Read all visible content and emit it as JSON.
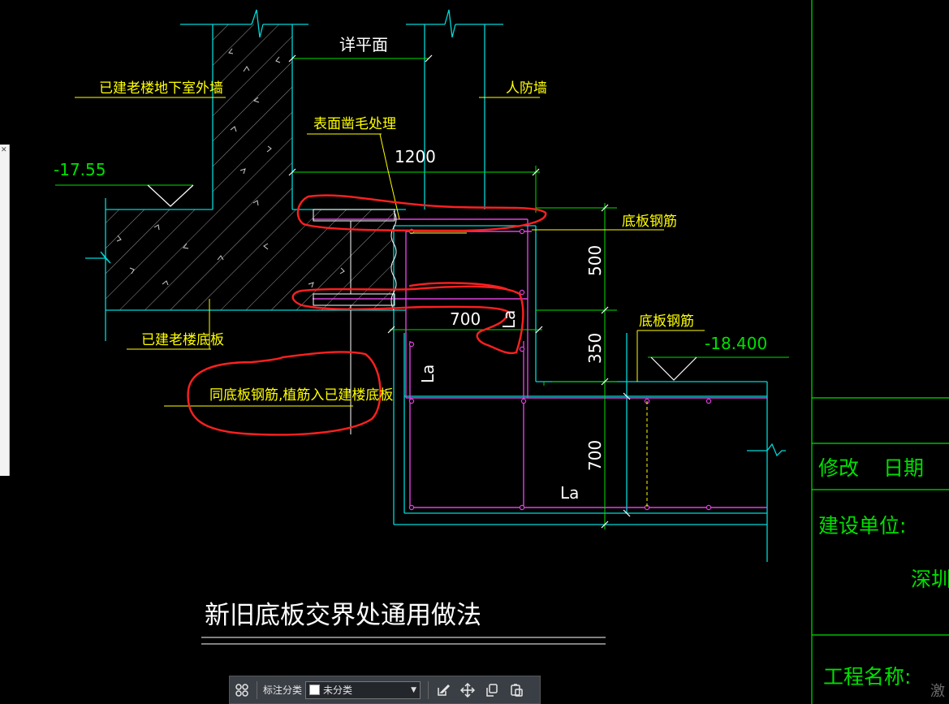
{
  "labels": {
    "detail_plan": "详平面",
    "old_basement_wall": "已建老楼地下室外墙",
    "civil_defense_wall": "人防墙",
    "surface_roughening": "表面凿毛处理",
    "elev_left": "-17.55",
    "dim_1200": "1200",
    "slab_rebar_top": "底板钢筋",
    "dim_500": "500",
    "dim_700_h": "700",
    "la_1": "La",
    "slab_rebar_right": "底板钢筋",
    "elev_right": "-18.400",
    "dim_350": "350",
    "old_slab": "已建老楼底板",
    "la_2": "La",
    "note_rebar": "同底板钢筋,植筋入已建楼底板",
    "dim_700_v": "700",
    "la_3": "La",
    "drawing_title": "新旧底板交界处通用做法"
  },
  "title_block": {
    "revision": "修改",
    "date": "日期",
    "client_label": "建设单位:",
    "client_value": "深圳",
    "project_label": "工程名称:",
    "watermark": "激"
  },
  "toolbar": {
    "category_label": "标注分类",
    "category_value": "未分类"
  },
  "icons": {
    "grid": "grid-icon",
    "edit": "edit-icon",
    "move": "move-icon",
    "copy": "copy-icon",
    "paste": "paste-icon"
  },
  "colors": {
    "background": "#000000",
    "structure": "#00d8d8",
    "text": "#ffff00",
    "rebar": "#e040e0",
    "dimension": "#00e000",
    "markup": "#ff2020",
    "white": "#ffffff"
  }
}
